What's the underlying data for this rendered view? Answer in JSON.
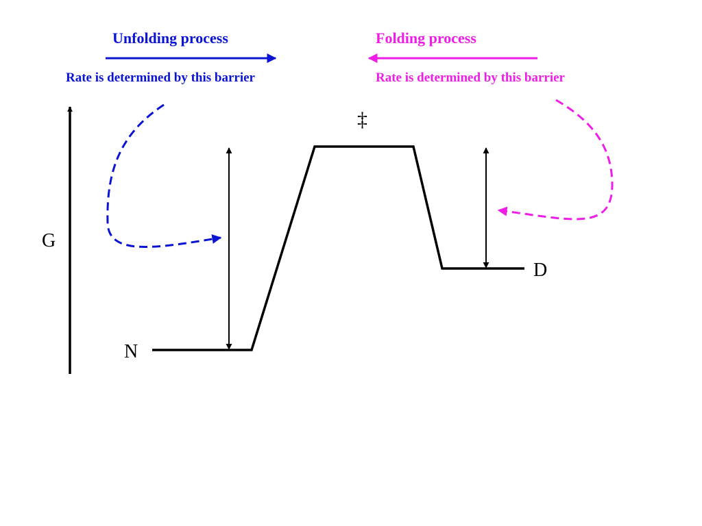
{
  "unfolding": {
    "title": "Unfolding process",
    "note": "Rate is determined by this barrier",
    "color": "#0a14d2"
  },
  "folding": {
    "title": "Folding process",
    "note": "Rate is determined by this barrier",
    "color": "#ee1ee6"
  },
  "axis": {
    "label": "G"
  },
  "states": {
    "native": "N",
    "denatured": "D",
    "transition": "‡"
  },
  "line_color": "#000000"
}
